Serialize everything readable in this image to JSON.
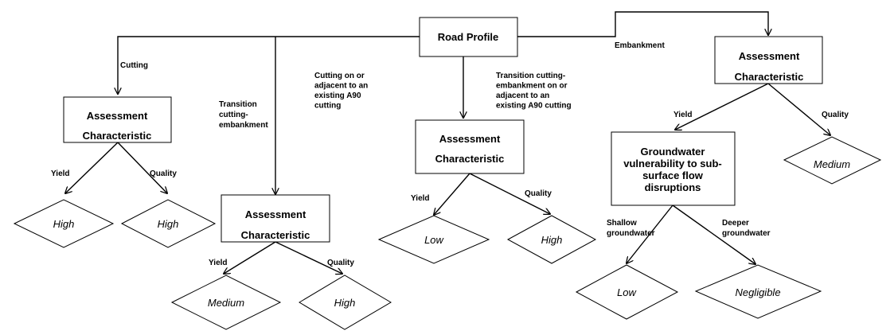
{
  "root": {
    "label": "Road Profile"
  },
  "branches": [
    {
      "label": "Cutting",
      "node": {
        "line1": "Assessment",
        "line2": "Characteristic"
      },
      "children": [
        {
          "edge": "Yield",
          "value": "High"
        },
        {
          "edge": "Quality",
          "value": "High"
        }
      ]
    },
    {
      "label": [
        "Transition",
        "cutting-",
        "embankment"
      ],
      "node": {
        "line1": "Assessment",
        "line2": "Characteristic"
      },
      "children": [
        {
          "edge": "Yield",
          "value": "Medium"
        },
        {
          "edge": "Quality",
          "value": "High"
        }
      ]
    },
    {
      "label": [
        "Cutting on or",
        "adjacent to an",
        "existing A90",
        "cutting"
      ],
      "node": null,
      "children": []
    },
    {
      "label": [
        "Transition cutting-",
        "embankment on or",
        "adjacent to an",
        "existing A90 cutting"
      ],
      "node": {
        "line1": "Assessment",
        "line2": "Characteristic"
      },
      "children": [
        {
          "edge": "Yield",
          "value": "Low"
        },
        {
          "edge": "Quality",
          "value": "High"
        }
      ]
    },
    {
      "label": "Embankment",
      "node": {
        "line1": "Assessment",
        "line2": "Characteristic"
      },
      "children": [
        {
          "edge": "Yield",
          "node": {
            "lines": [
              "Groundwater",
              "vulnerability to sub-",
              "surface flow",
              "disruptions"
            ]
          },
          "children": [
            {
              "edge": [
                "Shallow",
                "groundwater"
              ],
              "value": "Low"
            },
            {
              "edge": [
                "Deeper",
                "groundwater"
              ],
              "value": "Negligible"
            }
          ]
        },
        {
          "edge": "Quality",
          "value": "Medium"
        }
      ]
    }
  ]
}
